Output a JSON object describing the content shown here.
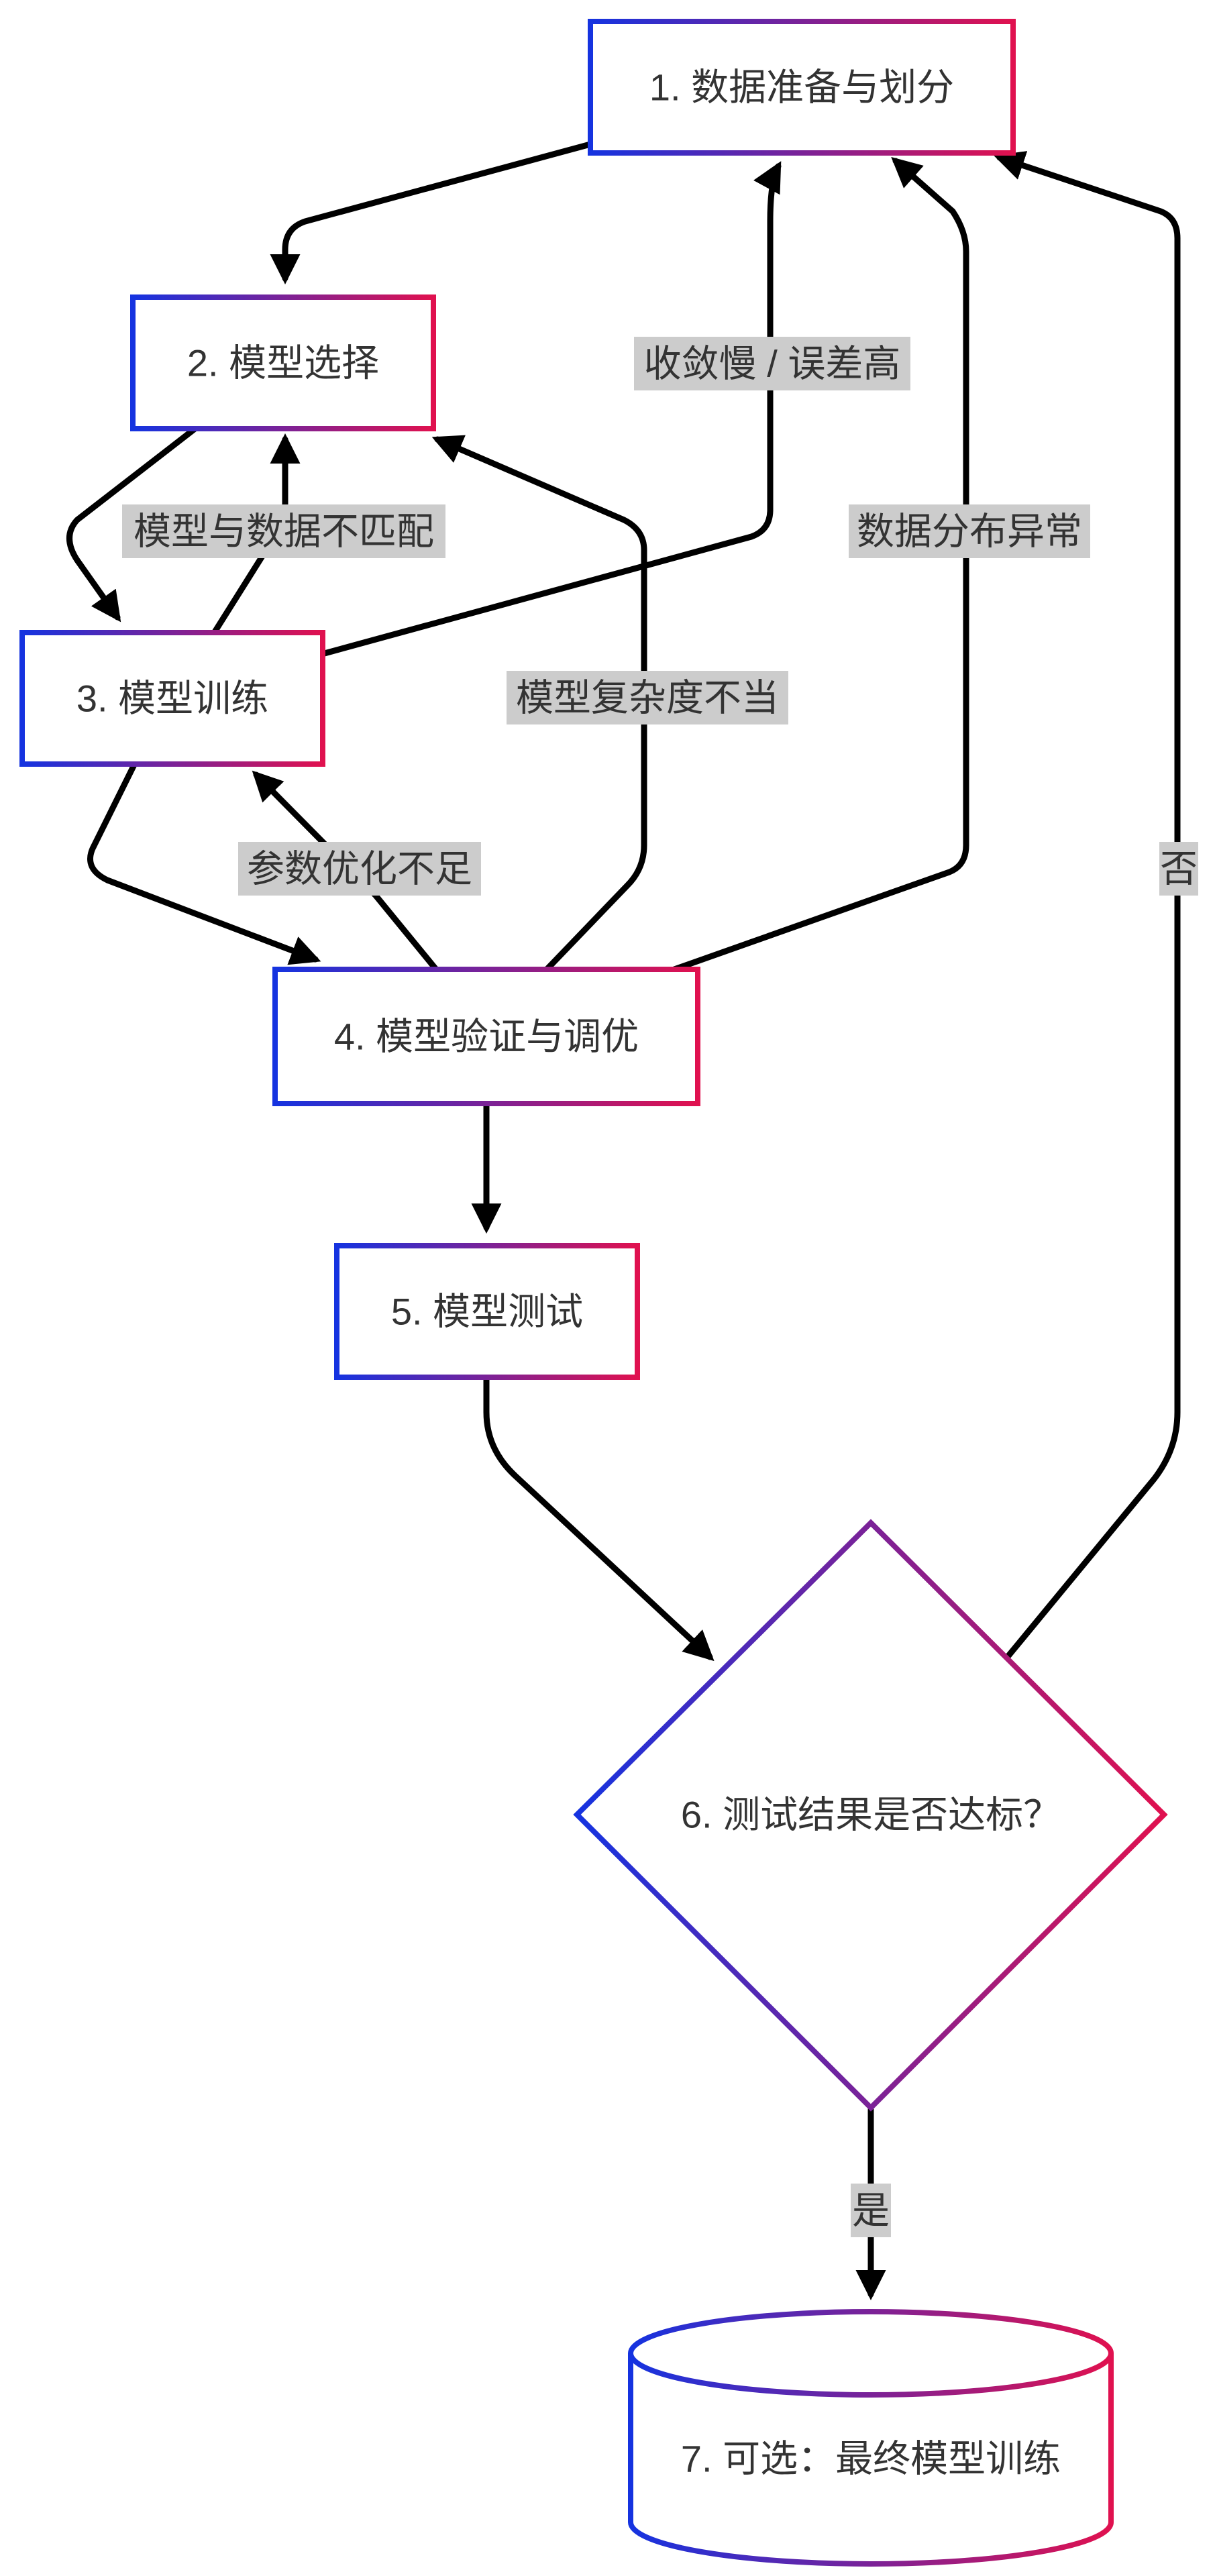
{
  "diagram": {
    "gradient": {
      "start": "#1533e0",
      "end": "#e0114f"
    },
    "edge_color": "#000000",
    "label_bg": "#cccccc",
    "text_color": "#333333",
    "nodes": {
      "n1": {
        "label": "1. 数据准备与划分"
      },
      "n2": {
        "label": "2. 模型选择"
      },
      "n3": {
        "label": "3. 模型训练"
      },
      "n4": {
        "label": "4. 模型验证与调优"
      },
      "n5": {
        "label": "5. 模型测试"
      },
      "n6": {
        "label": "6. 测试结果是否达标？"
      },
      "n7": {
        "label": "7. 可选：最终模型训练"
      }
    },
    "edge_labels": {
      "n2_to_n3_back": "模型与数据不匹配",
      "n3_to_n1": "收敛慢 / 误差高",
      "n4_to_n2": "模型复杂度不当",
      "n4_to_n1": "数据分布异常",
      "n4_to_n3": "参数优化不足",
      "n6_no": "否",
      "n6_yes": "是"
    }
  }
}
